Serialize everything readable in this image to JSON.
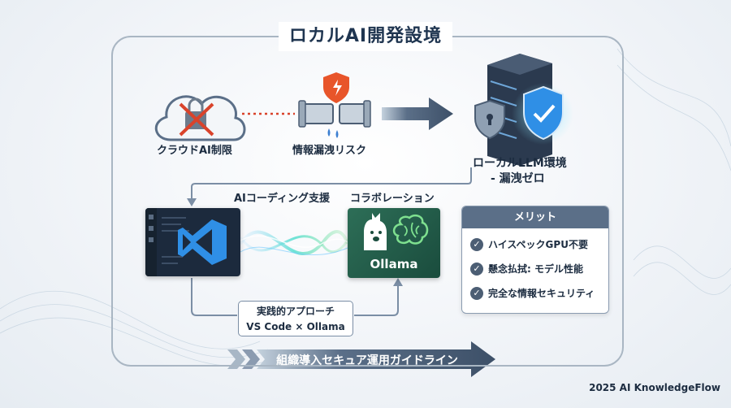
{
  "title": "ロカルAI開発設境",
  "cloud": {
    "label": "クラウドAI制限"
  },
  "risk": {
    "label": "情報漏洩リスク"
  },
  "local": {
    "label_line1": "ローカルLLM環境",
    "label_line2": "- 漏洩ゼロ"
  },
  "ai_coding": {
    "label": "AIコーディング支援"
  },
  "collab": {
    "label": "コラボレーション"
  },
  "ollama": {
    "name": "Ollama"
  },
  "merit": {
    "title": "メリット",
    "items": [
      "ハイスペックGPU不要",
      "懸念払拭: モデル性能",
      "完全な情報セキュリティ"
    ]
  },
  "practical": {
    "line1": "実践的アプローチ",
    "line2": "VS Code × Ollama"
  },
  "banner": {
    "text": "組織導入セキュア運用ガイドライン"
  },
  "footer": {
    "text": "2025 AI KnowledgeFlow"
  },
  "colors": {
    "accent": "#4c5e74",
    "vscode_blue": "#2f8fe6",
    "ollama_green": "#2d6e57",
    "warning": "#e8552a"
  }
}
